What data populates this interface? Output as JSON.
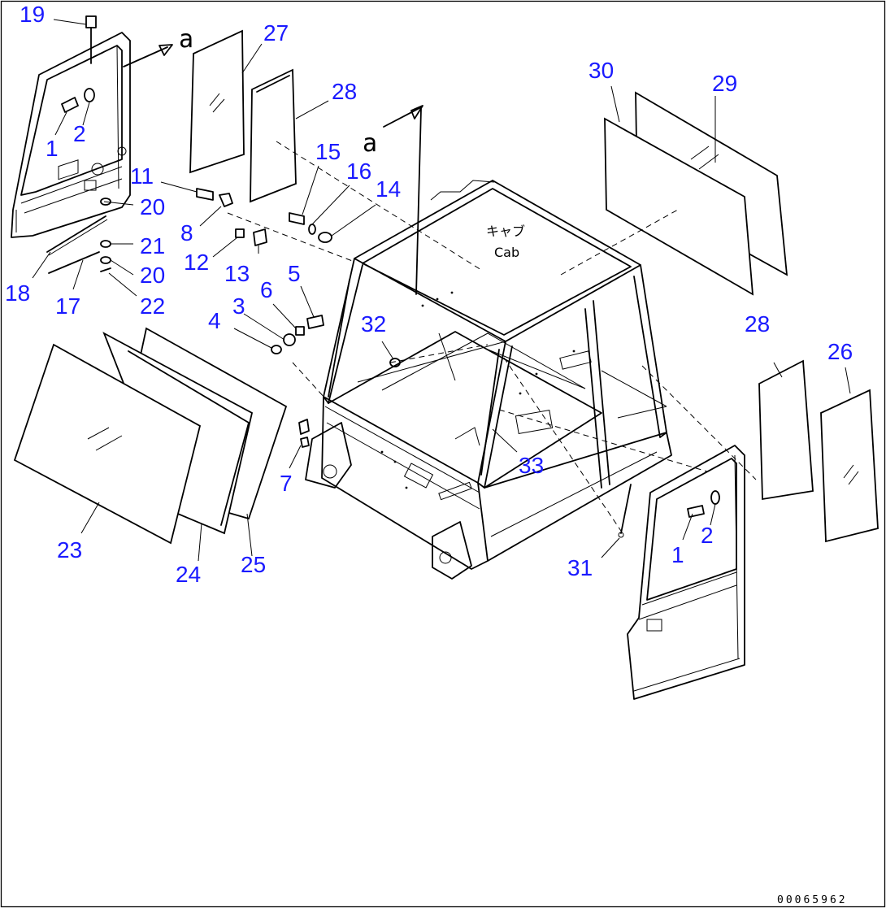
{
  "diagram": {
    "doc_code": "00065962",
    "cab_label_jp": "キャブ",
    "cab_label_en": "Cab",
    "ref_mark": "a",
    "callouts": {
      "c19": "19",
      "c27": "27",
      "c28a": "28",
      "c30": "30",
      "c29": "29",
      "c1a": "1",
      "c2a": "2",
      "c11": "11",
      "c20a": "20",
      "c8": "8",
      "c21": "21",
      "c12": "12",
      "c13": "13",
      "c15": "15",
      "c16": "16",
      "c14": "14",
      "c18": "18",
      "c17": "17",
      "c20b": "20",
      "c22": "22",
      "c5": "5",
      "c6": "6",
      "c3": "3",
      "c4": "4",
      "c32": "32",
      "c28b": "28",
      "c26": "26",
      "c33": "33",
      "c7": "7",
      "c23": "23",
      "c24": "24",
      "c25": "25",
      "c1b": "1",
      "c2b": "2",
      "c31": "31"
    }
  }
}
